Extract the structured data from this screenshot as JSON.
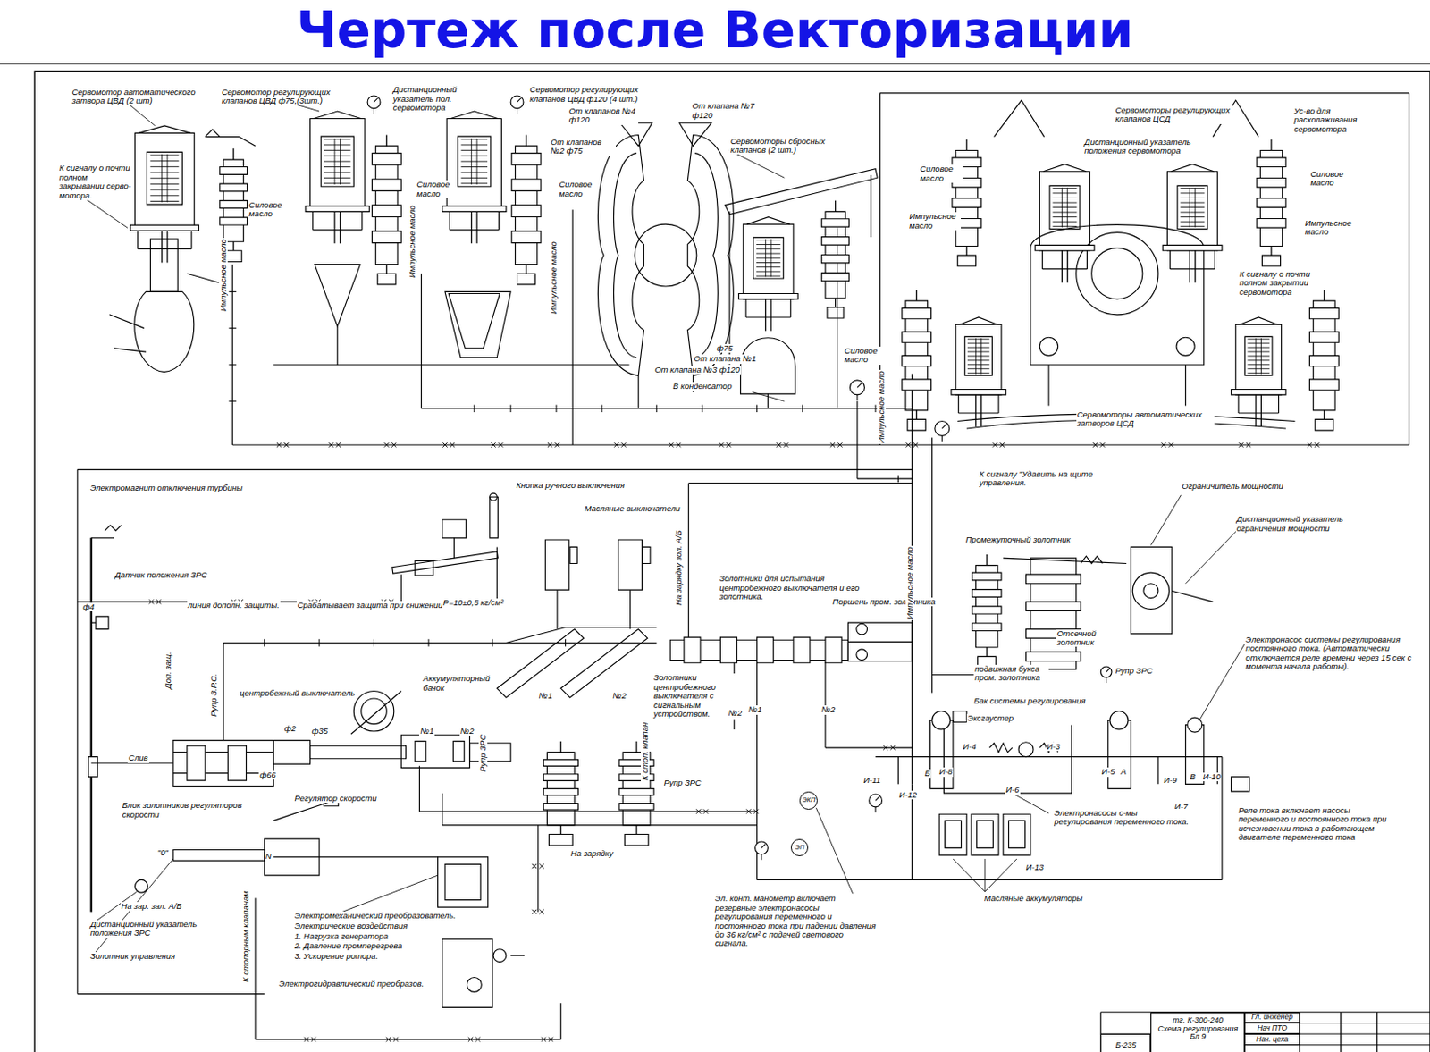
{
  "diagram": {
    "title": "Чертеж после Векторизации",
    "nodes": [
      {
        "text": [
          "ЭКП"
        ]
      },
      {
        "text": [
          "ЭП"
        ]
      },
      {
        "text": [
          "Б-235"
        ]
      },
      {
        "text": [
          "тг. К-300-240",
          "Схема регулирования",
          "Бл 9"
        ]
      },
      {
        "text": [
          "Гл. инженер"
        ]
      },
      {
        "text": [
          "Нач ПТО"
        ]
      },
      {
        "text": [
          "Нач. цеха"
        ]
      }
    ],
    "labels": [
      "Сервомотор автоматического затвора ЦВД (2 шт)",
      "К сигналу о почти полном закрывании серво-мотора.",
      "Силовое масло",
      "Импульсное масло",
      "Сервомотор регулирующих клапанов ЦВД ф75,(3шт.)",
      "Дистанционный указатель пол. сервомотора",
      "Силовое масло",
      "Импульсное масло",
      "Сервомотор регулирующих клапанов ЦВД ф120 (4 шт.)",
      "От клапанов №4 ф120",
      "От клапанов №2 ф75",
      "Силовое масло",
      "Импульсное масло",
      "От клапана №7 ф120",
      "Сервомоторы сбросных клапанов (2 шт.)",
      "ф75",
      "От клапана №1",
      "От клапана №3 ф120",
      "В конденсатор",
      "Силовое масло",
      "Импульсное масло",
      "Силовое масло",
      "Импульсное масло",
      "Сервомоторы регулирующих клапанов ЦСД",
      "Дистанционный указатель положения сервомотора",
      "Ус-во для расхолаживания сервомотора",
      "Силовое масло",
      "Импульсное масло",
      "К сигналу о почти полном закрытии сервомотора",
      "Сервомоторы автоматических затворов ЦСД",
      "Электромагнит отключения турбины",
      "Кнопка ручного выключения",
      "Масляные выключатели",
      "На зарядку зол. А/Б",
      "Датчик положения ЗРС",
      "ф4",
      "линия дополн. защиты.",
      "Срабатывает защита при снижении",
      "Р=10±0,5 кг/см²",
      "Золотники для испытания центробежного выключателя и его золотника.",
      "Поршень пром. золотника",
      "К сигналу \"Удавить на щите управления.",
      "Ограничитель мощности",
      "Дистанционный указатель ограничения мощности",
      "Промежуточный золотник",
      "Отсечной золотник",
      "подвижная букса пром. золотника",
      "Рупр ЗРС",
      "Импульсное масло",
      "Электронасос системы регулирования постоянного тока. (Автоматически отключается реле времени через 15 сек с момента начала работы).",
      "Аккумуляторный бачок",
      "центробежный выключатель",
      "Доп. защ.",
      "Рупр З.Р.С.",
      "ф2",
      "ф35",
      "№1",
      "№2",
      "Рупр ЗРС",
      "№1",
      "№2",
      "Золотники центробежного выключателя с сигнальным устройством.",
      "К стоп. клапан",
      "Рупр ЗРС",
      "№2",
      "№1",
      "№2",
      "Слив",
      "Блок золотников регуляторов скорости",
      "ф66",
      "Регулятор скорости",
      "Бак системы регулирования",
      "Эксгаустер",
      "И-4",
      "И-3",
      "Б",
      "И-8",
      "И-5",
      "А",
      "И-6",
      "И-11",
      "И-12",
      "И-9",
      "В",
      "И-10",
      "И-7",
      "Электронасосы с-мы регулирования переменного тока.",
      "Реле тока включает насосы переменного и постоянного тока при исчезновении тока в работающем двигателе переменного тока",
      "И-13",
      "Масляные аккумуляторы",
      "На зарядку",
      "\"0\"",
      "N",
      "На зар. зал. А/Б",
      "Дистанционный указатель положения ЗРС",
      "Золотник управления",
      "К стопорным клапанам",
      "Электромеханический преобразователь.",
      "Электрические воздействия",
      "1. Нагрузка генератора",
      "2. Давление промперегрева",
      "3. Ускорение ротора.",
      "Электрогидравлический преобразов.",
      "Эл. конт. манометр включает резервные электронасосы регулирования переменного и постоянного тока при падении давления до 36 кг/см² с подачей светового сигнала."
    ]
  }
}
